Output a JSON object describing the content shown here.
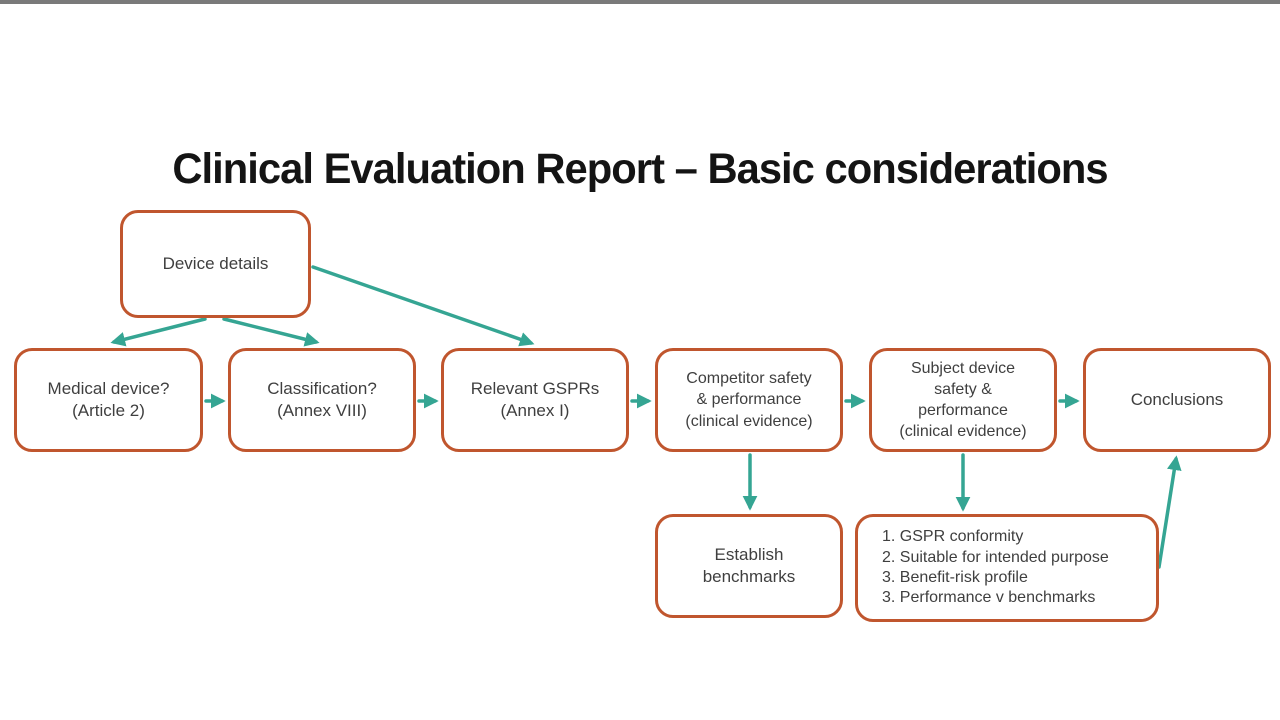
{
  "title": "Clinical Evaluation Report – Basic considerations",
  "colors": {
    "box_border": "#c0562e",
    "arrow": "#35a593",
    "body_text": "#3f3f3f",
    "title_text": "#141414",
    "top_bar": "#7a7a7a"
  },
  "boxes": [
    {
      "id": "device-details",
      "label": "Device details"
    },
    {
      "id": "medical-device",
      "label": "Medical device?\n(Article 2)"
    },
    {
      "id": "classification",
      "label": "Classification?\n(Annex VIII)"
    },
    {
      "id": "relevant-gsprs",
      "label": "Relevant GSPRs\n(Annex I)"
    },
    {
      "id": "competitor-safety",
      "label": "Competitor safety\n& performance\n(clinical evidence)"
    },
    {
      "id": "subject-device",
      "label": "Subject device\nsafety &\nperformance\n(clinical evidence)"
    },
    {
      "id": "conclusions",
      "label": "Conclusions"
    },
    {
      "id": "establish-benchmarks",
      "label": "Establish\nbenchmarks"
    },
    {
      "id": "evaluation-criteria",
      "label": "1. GSPR conformity\n2. Suitable for intended purpose\n3. Benefit-risk profile\n3. Performance v benchmarks"
    }
  ],
  "arrows": [
    {
      "from": "device-details",
      "to": "medical-device"
    },
    {
      "from": "device-details",
      "to": "classification"
    },
    {
      "from": "device-details",
      "to": "relevant-gsprs"
    },
    {
      "from": "medical-device",
      "to": "classification"
    },
    {
      "from": "classification",
      "to": "relevant-gsprs"
    },
    {
      "from": "relevant-gsprs",
      "to": "competitor-safety"
    },
    {
      "from": "competitor-safety",
      "to": "subject-device"
    },
    {
      "from": "subject-device",
      "to": "conclusions"
    },
    {
      "from": "competitor-safety",
      "to": "establish-benchmarks"
    },
    {
      "from": "subject-device",
      "to": "evaluation-criteria"
    },
    {
      "from": "evaluation-criteria",
      "to": "conclusions"
    }
  ]
}
